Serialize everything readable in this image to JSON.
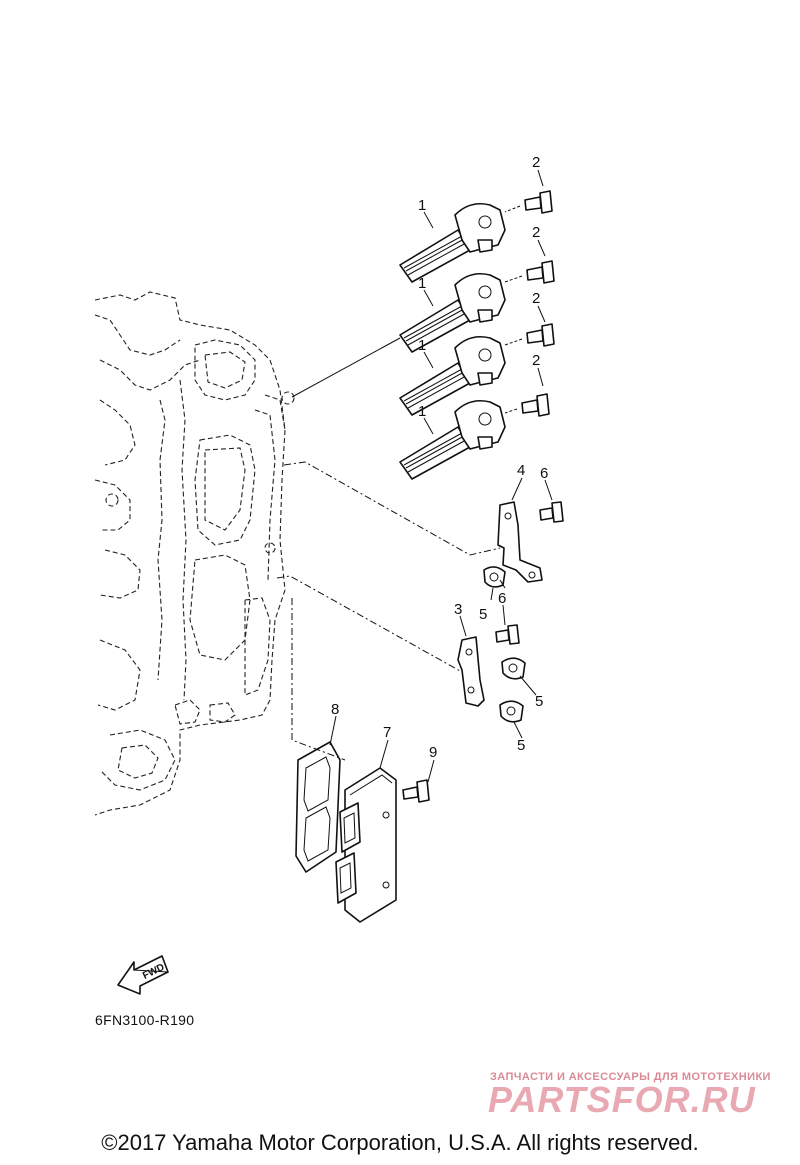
{
  "callouts": {
    "c1a": "1",
    "c1b": "1",
    "c1c": "1",
    "c1d": "1",
    "c2a": "2",
    "c2b": "2",
    "c2c": "2",
    "c2d": "2",
    "c3": "3",
    "c4": "4",
    "c5a": "5",
    "c5b": "5",
    "c5c": "5",
    "c6a": "6",
    "c6b": "6",
    "c7": "7",
    "c8": "8",
    "c9": "9"
  },
  "fwd_label": "FWD",
  "diagram_code": "6FN3100-R190",
  "watermark": {
    "tagline": "ЗАПЧАСТИ И АКСЕССУАРЫ ДЛЯ МОТОТЕХНИКИ",
    "brand": "PARTSFOR.RU"
  },
  "copyright": "©2017 Yamaha Motor Corporation, U.S.A. All rights reserved."
}
